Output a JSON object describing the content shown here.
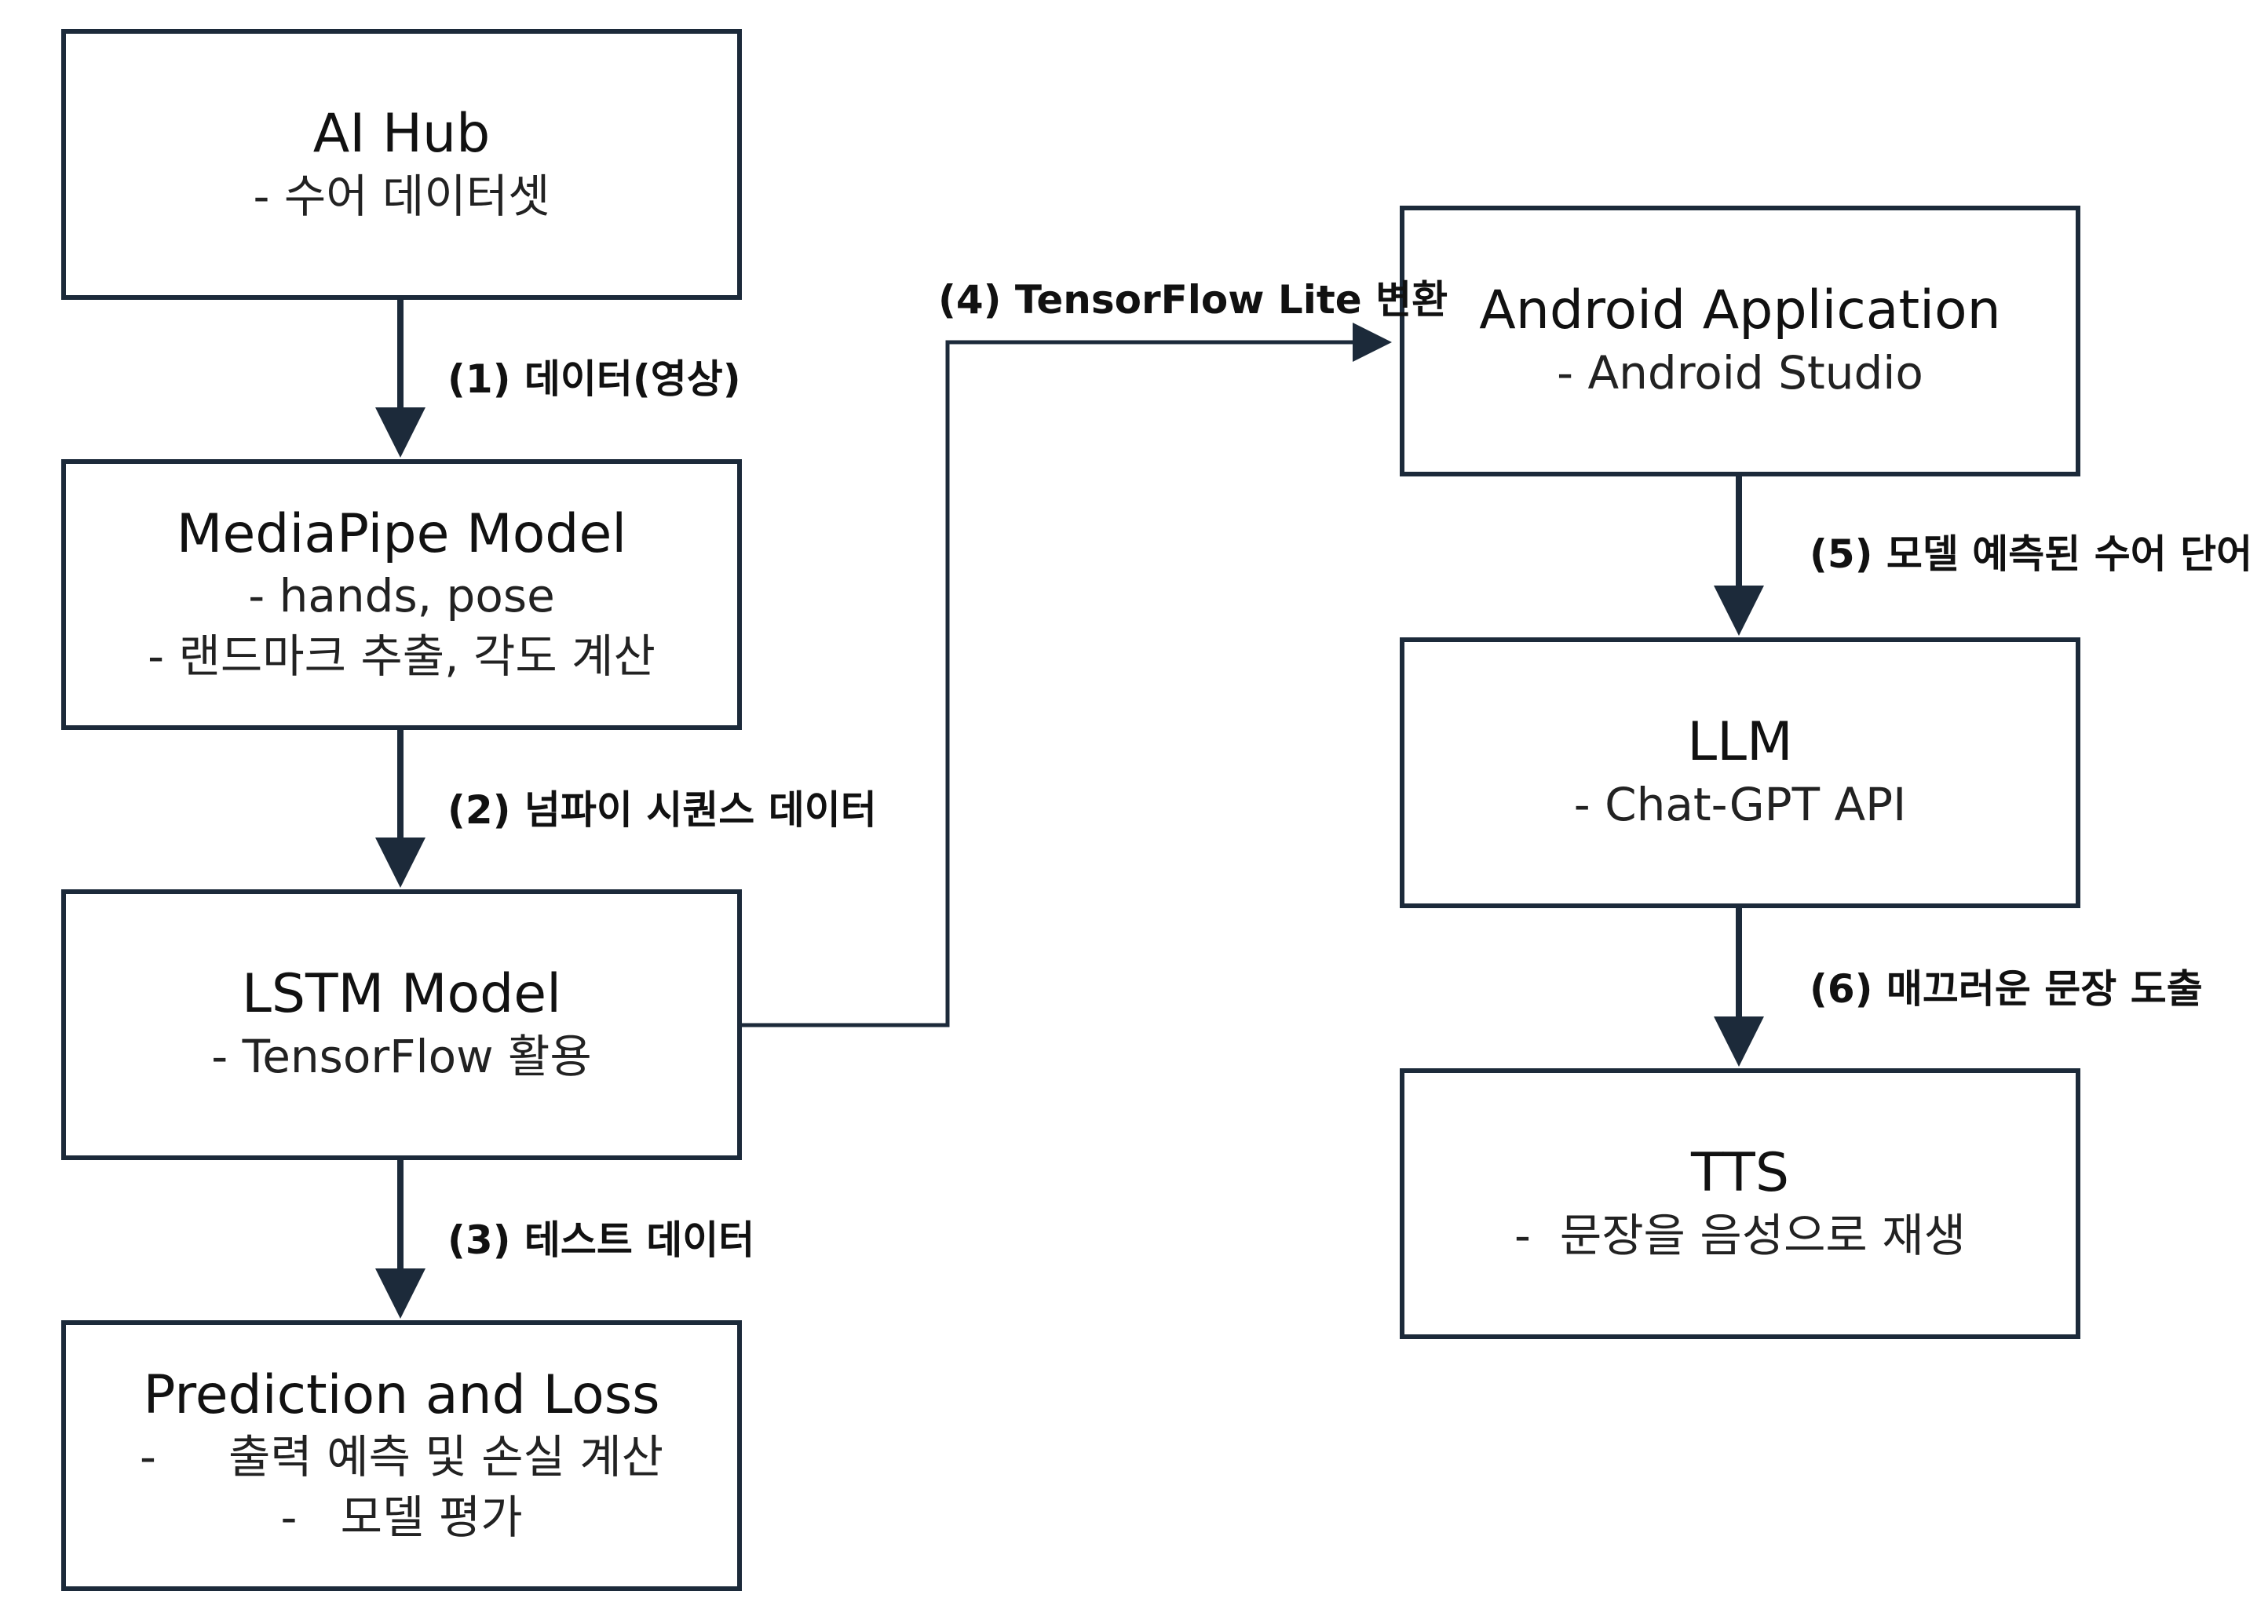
{
  "colors": {
    "border": "#1c2a3a",
    "connector": "#1c2a3a",
    "text": "#111111",
    "background": "#ffffff"
  },
  "nodes": {
    "ai_hub": {
      "title": "AI Hub",
      "lines": [
        "- 수어 데이터셋"
      ]
    },
    "mediapipe": {
      "title": "MediaPipe Model",
      "lines": [
        "- hands, pose",
        "- 랜드마크 추출, 각도 계산"
      ]
    },
    "lstm": {
      "title": "LSTM Model",
      "lines": [
        "- TensorFlow 활용"
      ]
    },
    "prediction": {
      "title": "Prediction and Loss",
      "lines": [
        "-     출력 예측 및 손실 계산",
        "-   모델 평가"
      ]
    },
    "android": {
      "title": "Android Application",
      "lines": [
        "- Android Studio"
      ]
    },
    "llm": {
      "title": "LLM",
      "lines": [
        "- Chat-GPT API"
      ]
    },
    "tts": {
      "title": "TTS",
      "lines": [
        "-  문장을 음성으로 재생"
      ]
    }
  },
  "edges": {
    "e1": "(1) 데이터(영상)",
    "e2": "(2) 넘파이 시퀀스 데이터",
    "e3": "(3) 테스트 데이터",
    "e4": "(4) TensorFlow Lite 변환",
    "e5": "(5) 모델 예측된 수어 단어",
    "e6": "(6) 매끄러운 문장 도출"
  }
}
